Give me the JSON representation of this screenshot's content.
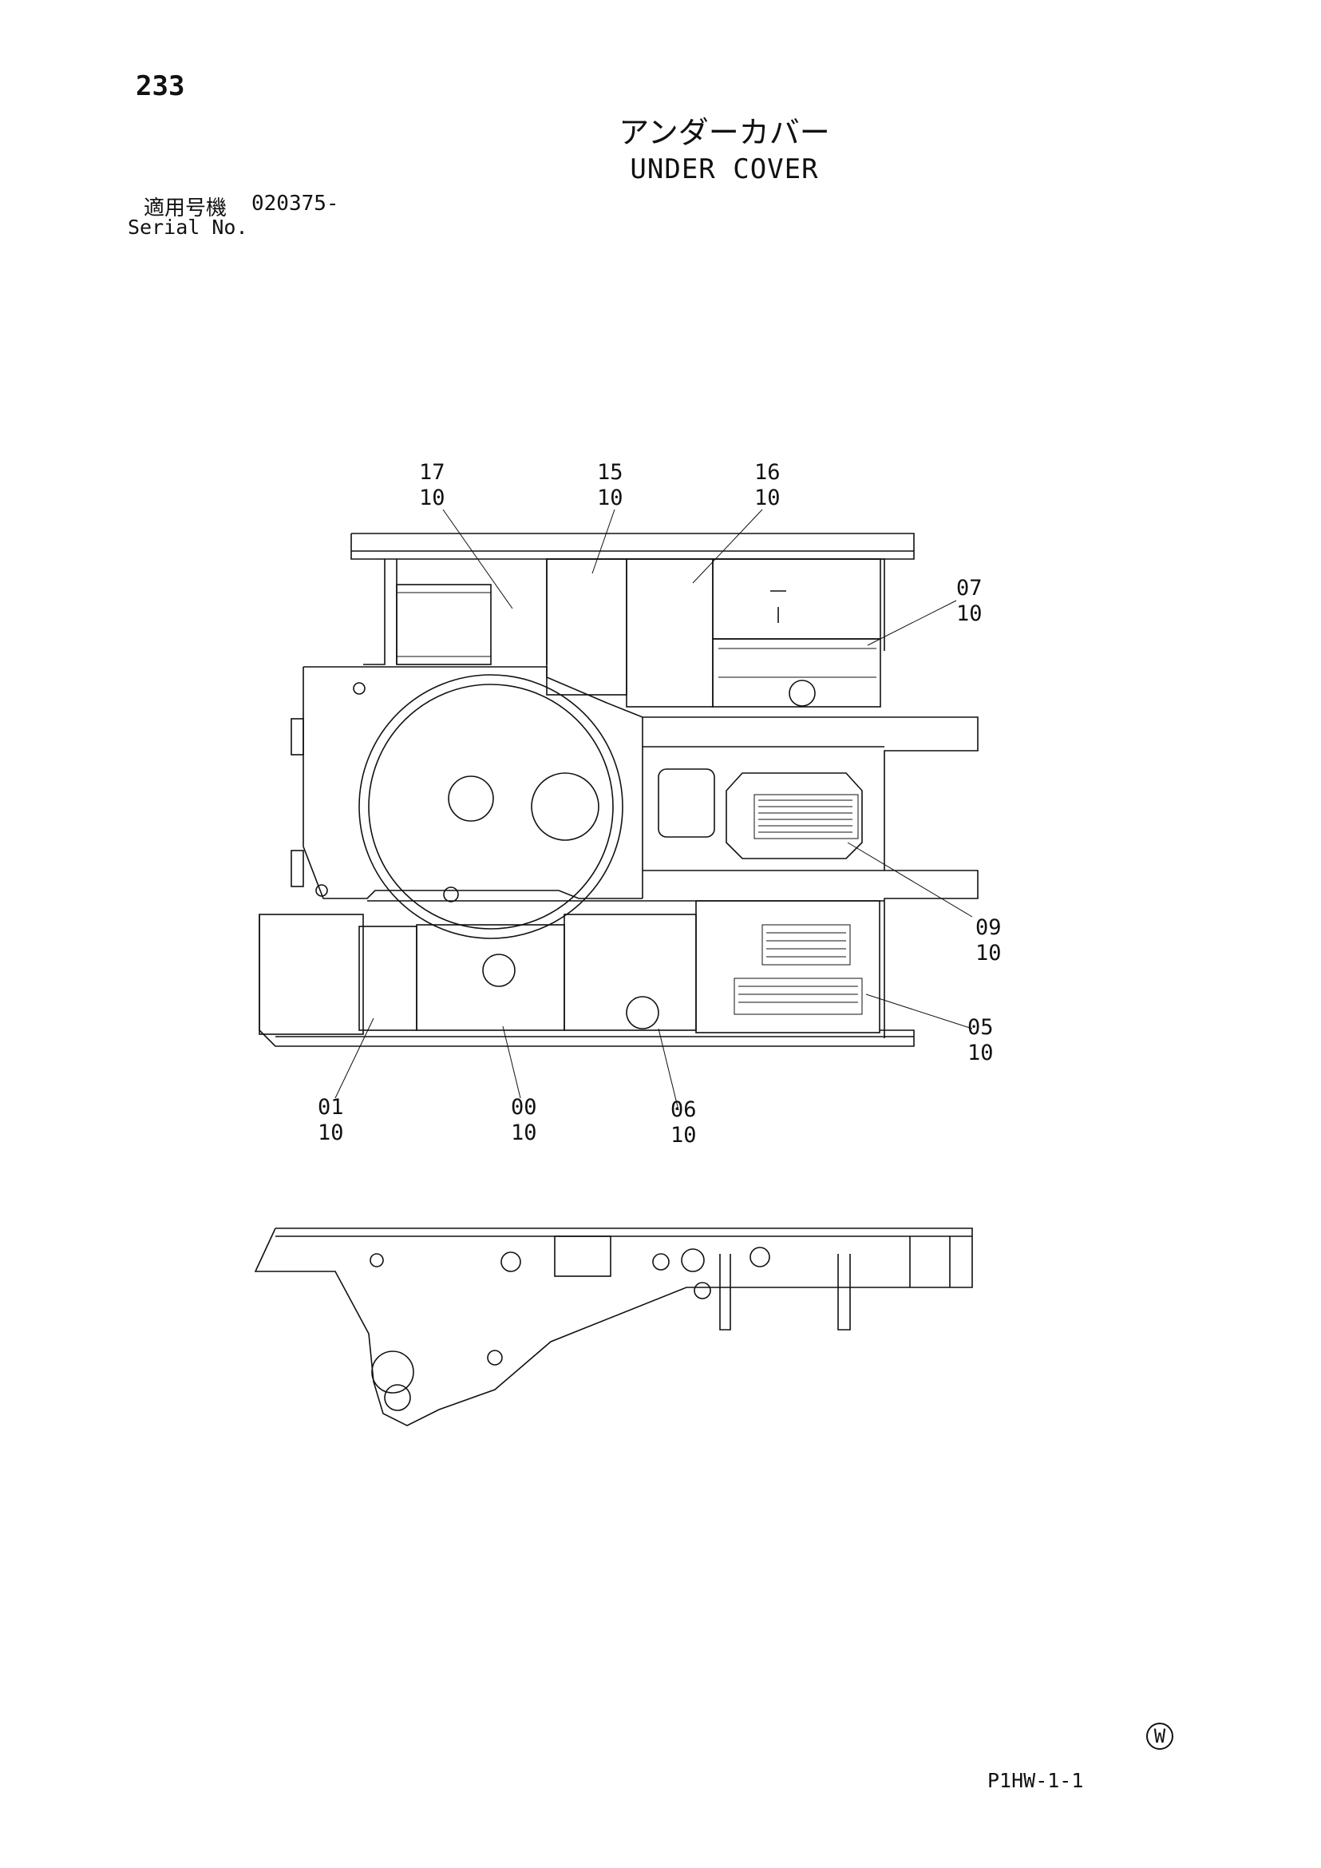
{
  "page": {
    "number": "233",
    "title_jp": "アンダーカバー",
    "title_en": "UNDER COVER",
    "serial_label_jp": "適用号機",
    "serial_value": "020375-",
    "serial_label_en": "Serial No.",
    "watermark": "W",
    "footer_code": "P1HW-1-1"
  },
  "callouts": [
    {
      "id": "17",
      "qty": "10"
    },
    {
      "id": "15",
      "qty": "10"
    },
    {
      "id": "16",
      "qty": "10"
    },
    {
      "id": "07",
      "qty": "10"
    },
    {
      "id": "09",
      "qty": "10"
    },
    {
      "id": "05",
      "qty": "10"
    },
    {
      "id": "01",
      "qty": "10"
    },
    {
      "id": "00",
      "qty": "10"
    },
    {
      "id": "06",
      "qty": "10"
    }
  ]
}
